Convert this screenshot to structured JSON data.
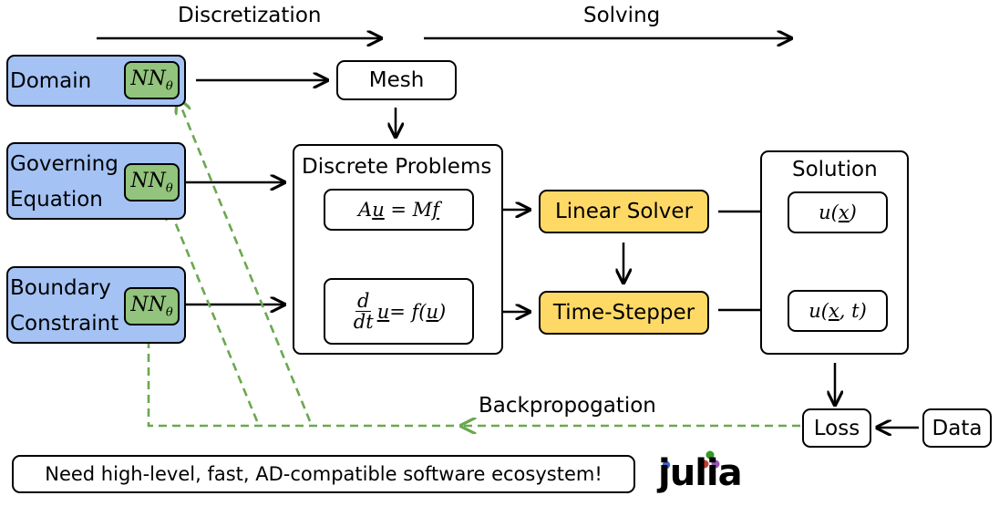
{
  "header": {
    "discretization": "Discretization",
    "solving": "Solving"
  },
  "inputs": {
    "domain": "Domain",
    "governing_line1": "Governing",
    "governing_line2": "Equation",
    "boundary_line1": "Boundary",
    "boundary_line2": "Constraint",
    "nn_base": "NN",
    "nn_sub": "θ"
  },
  "mesh": "Mesh",
  "discrete": {
    "title": "Discrete Problems",
    "eq1": {
      "lhs": "A",
      "u": "u",
      "eq": " = M",
      "f": "f"
    },
    "eq2": {
      "num": "d",
      "den": "dt",
      "u": "u",
      "eq": " = f(",
      "u2": "u",
      "close": ")"
    }
  },
  "solvers": {
    "linear": "Linear Solver",
    "time": "Time-Stepper"
  },
  "solution": {
    "title": "Solution",
    "s1": {
      "pre": "u(",
      "x": "x",
      "post": ")"
    },
    "s2": {
      "pre": "u(",
      "x": "x",
      "post": ", t)"
    }
  },
  "loss": "Loss",
  "data_box": "Data",
  "backprop": "Backpropogation",
  "footer": "Need high-level, fast, AD-compatible software ecosystem!",
  "logo": {
    "text": "julia",
    "dot_colors": [
      "#4063d8",
      "#389826",
      "#cb3c33",
      "#9558b2"
    ]
  },
  "colors": {
    "input_blue": "#a4c2f4",
    "nn_green": "#93c47d",
    "solver_orange": "#ffd966",
    "backprop_green": "#6aa84f"
  }
}
